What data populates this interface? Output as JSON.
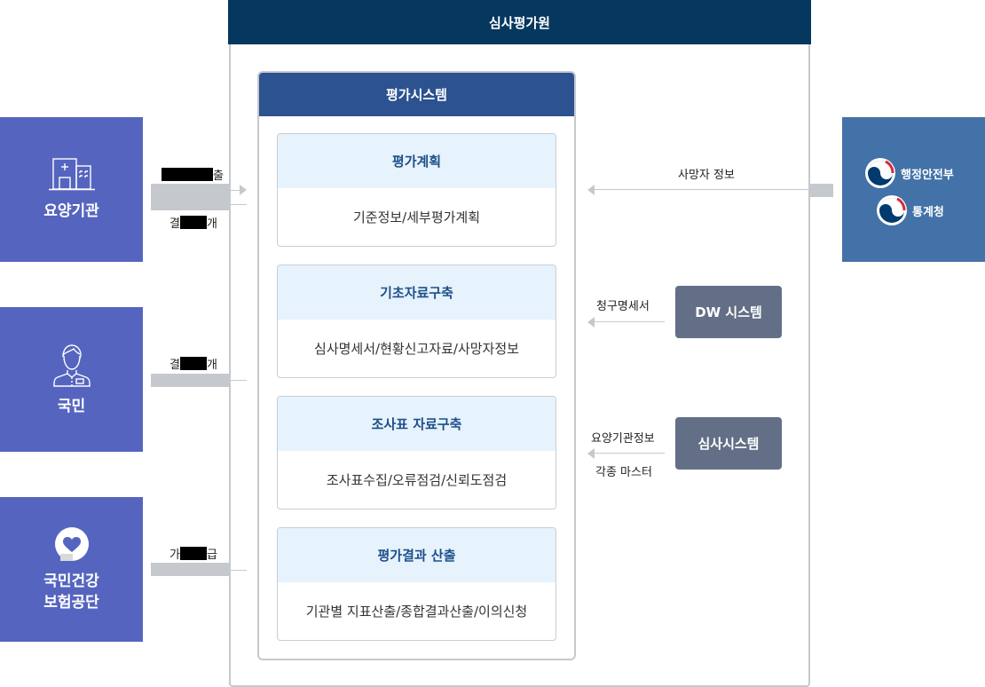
{
  "header": {
    "title": "심사평가원"
  },
  "eval_system": {
    "title": "평가시스템",
    "stages": [
      {
        "title": "평가계획",
        "detail": "기준정보/세부평가계획"
      },
      {
        "title": "기초자료구축",
        "detail": "심사명세서/현황신고자료/사망자정보"
      },
      {
        "title": "조사표 자료구축",
        "detail": "조사표수집/오류점검/신뢰도점검"
      },
      {
        "title": "평가결과 산출",
        "detail": "기관별 지표산출/종합결과산출/이의신청"
      }
    ]
  },
  "left_entities": [
    {
      "label": "요양기관",
      "icon": "hospital-icon"
    },
    {
      "label": "국민",
      "icon": "person-icon"
    },
    {
      "label": "국민건강\n보험공단",
      "icon": "nhis-logo-icon"
    }
  ],
  "left_connections": [
    {
      "label_prefix": "",
      "label_suffix": "출",
      "redacted": true,
      "direction": "in"
    },
    {
      "label_prefix": "결",
      "label_suffix": "개",
      "redacted": true,
      "direction": "out"
    },
    {
      "label_prefix": "결",
      "label_suffix": "개",
      "redacted": true,
      "direction": "out"
    },
    {
      "label_prefix": "가",
      "label_suffix": "급",
      "redacted": true,
      "direction": "out"
    }
  ],
  "right_sources": {
    "gov": {
      "orgs": [
        "행정안전부",
        "통계청"
      ],
      "flow_label": "사망자 정보"
    },
    "dw": {
      "title": "DW 시스템",
      "flow_label": "청구명세서"
    },
    "review": {
      "title": "심사시스템",
      "flow_label_top": "요양기관정보",
      "flow_label_bottom": "각종 마스터"
    }
  },
  "colors": {
    "header_navy": "#06375f",
    "panel_blue": "#2c5290",
    "entity_purple": "#5565bf",
    "gov_blue": "#4272a8",
    "system_gray": "#626f86",
    "stage_head_bg": "#e6f2fc",
    "stage_title": "#1d4f8a",
    "connector": "#c5c9ce"
  }
}
